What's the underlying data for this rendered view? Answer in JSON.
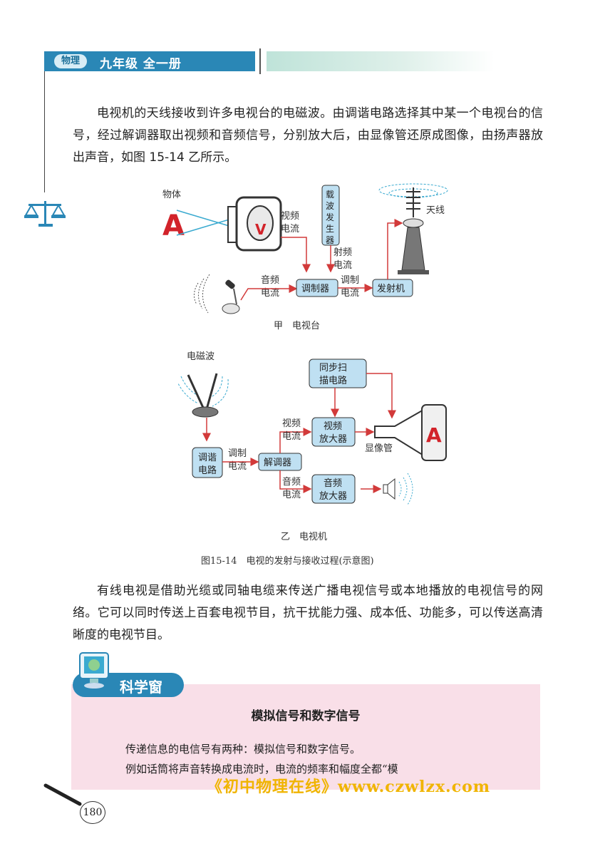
{
  "header": {
    "badge": "物理",
    "title": "九年级  全一册"
  },
  "paragraph1": "电视机的天线接收到许多电视台的电磁波。由调谐电路选择其中某一个电视台的信号，经过解调器取出视频和音频信号，分别放大后，由显像管还原成图像，由扬声器放出声音，如图 15-14 乙所示。",
  "diagram_a": {
    "object": "物体",
    "video_current": [
      "视频",
      "电流"
    ],
    "carrier_generator": [
      "载",
      "波",
      "发",
      "生",
      "器"
    ],
    "rf_current": [
      "射频",
      "电流"
    ],
    "antenna": "天线",
    "audio_current": [
      "音频",
      "电流"
    ],
    "modulator": "调制器",
    "modulated_current": [
      "调制",
      "电流"
    ],
    "transmitter": "发射机",
    "caption": "甲　电视台",
    "letter": "A"
  },
  "diagram_b": {
    "em_wave": "电磁波",
    "sync_scan": [
      "同步扫",
      "描电路"
    ],
    "video_current": [
      "视频",
      "电流"
    ],
    "video_amp": [
      "视频",
      "放大器"
    ],
    "picture_tube": "显像管",
    "tuner": [
      "调谐",
      "电路"
    ],
    "modulated_current": [
      "调制",
      "电流"
    ],
    "demodulator": "解调器",
    "audio_current": [
      "音频",
      "电流"
    ],
    "audio_amp": [
      "音频",
      "放大器"
    ],
    "caption": "乙　电视机",
    "letter": "A"
  },
  "figure_caption": "图15-14　电视的发射与接收过程(示意图)",
  "paragraph2": "有线电视是借助光缆或同轴电缆来传送广播电视信号或本地播放的电视信号的网络。它可以同时传送上百套电视节目，抗干扰能力强、成本低、功能多，可以传送高清晰度的电视节目。",
  "science_window": {
    "tab": "科学窗",
    "title": "模拟信号和数字信号",
    "line1": "传递信息的电信号有两种：模拟信号和数字信号。",
    "line2": "例如话筒将声音转换成电流时，电流的频率和幅度全都“模"
  },
  "watermark": "《初中物理在线》www.czwlzx.com",
  "page_number": "180",
  "colors": {
    "accent": "#2a87b6",
    "box_fill": "#bfe0f2",
    "arrow": "#d23a3a",
    "pink": "#f9dfe8"
  }
}
